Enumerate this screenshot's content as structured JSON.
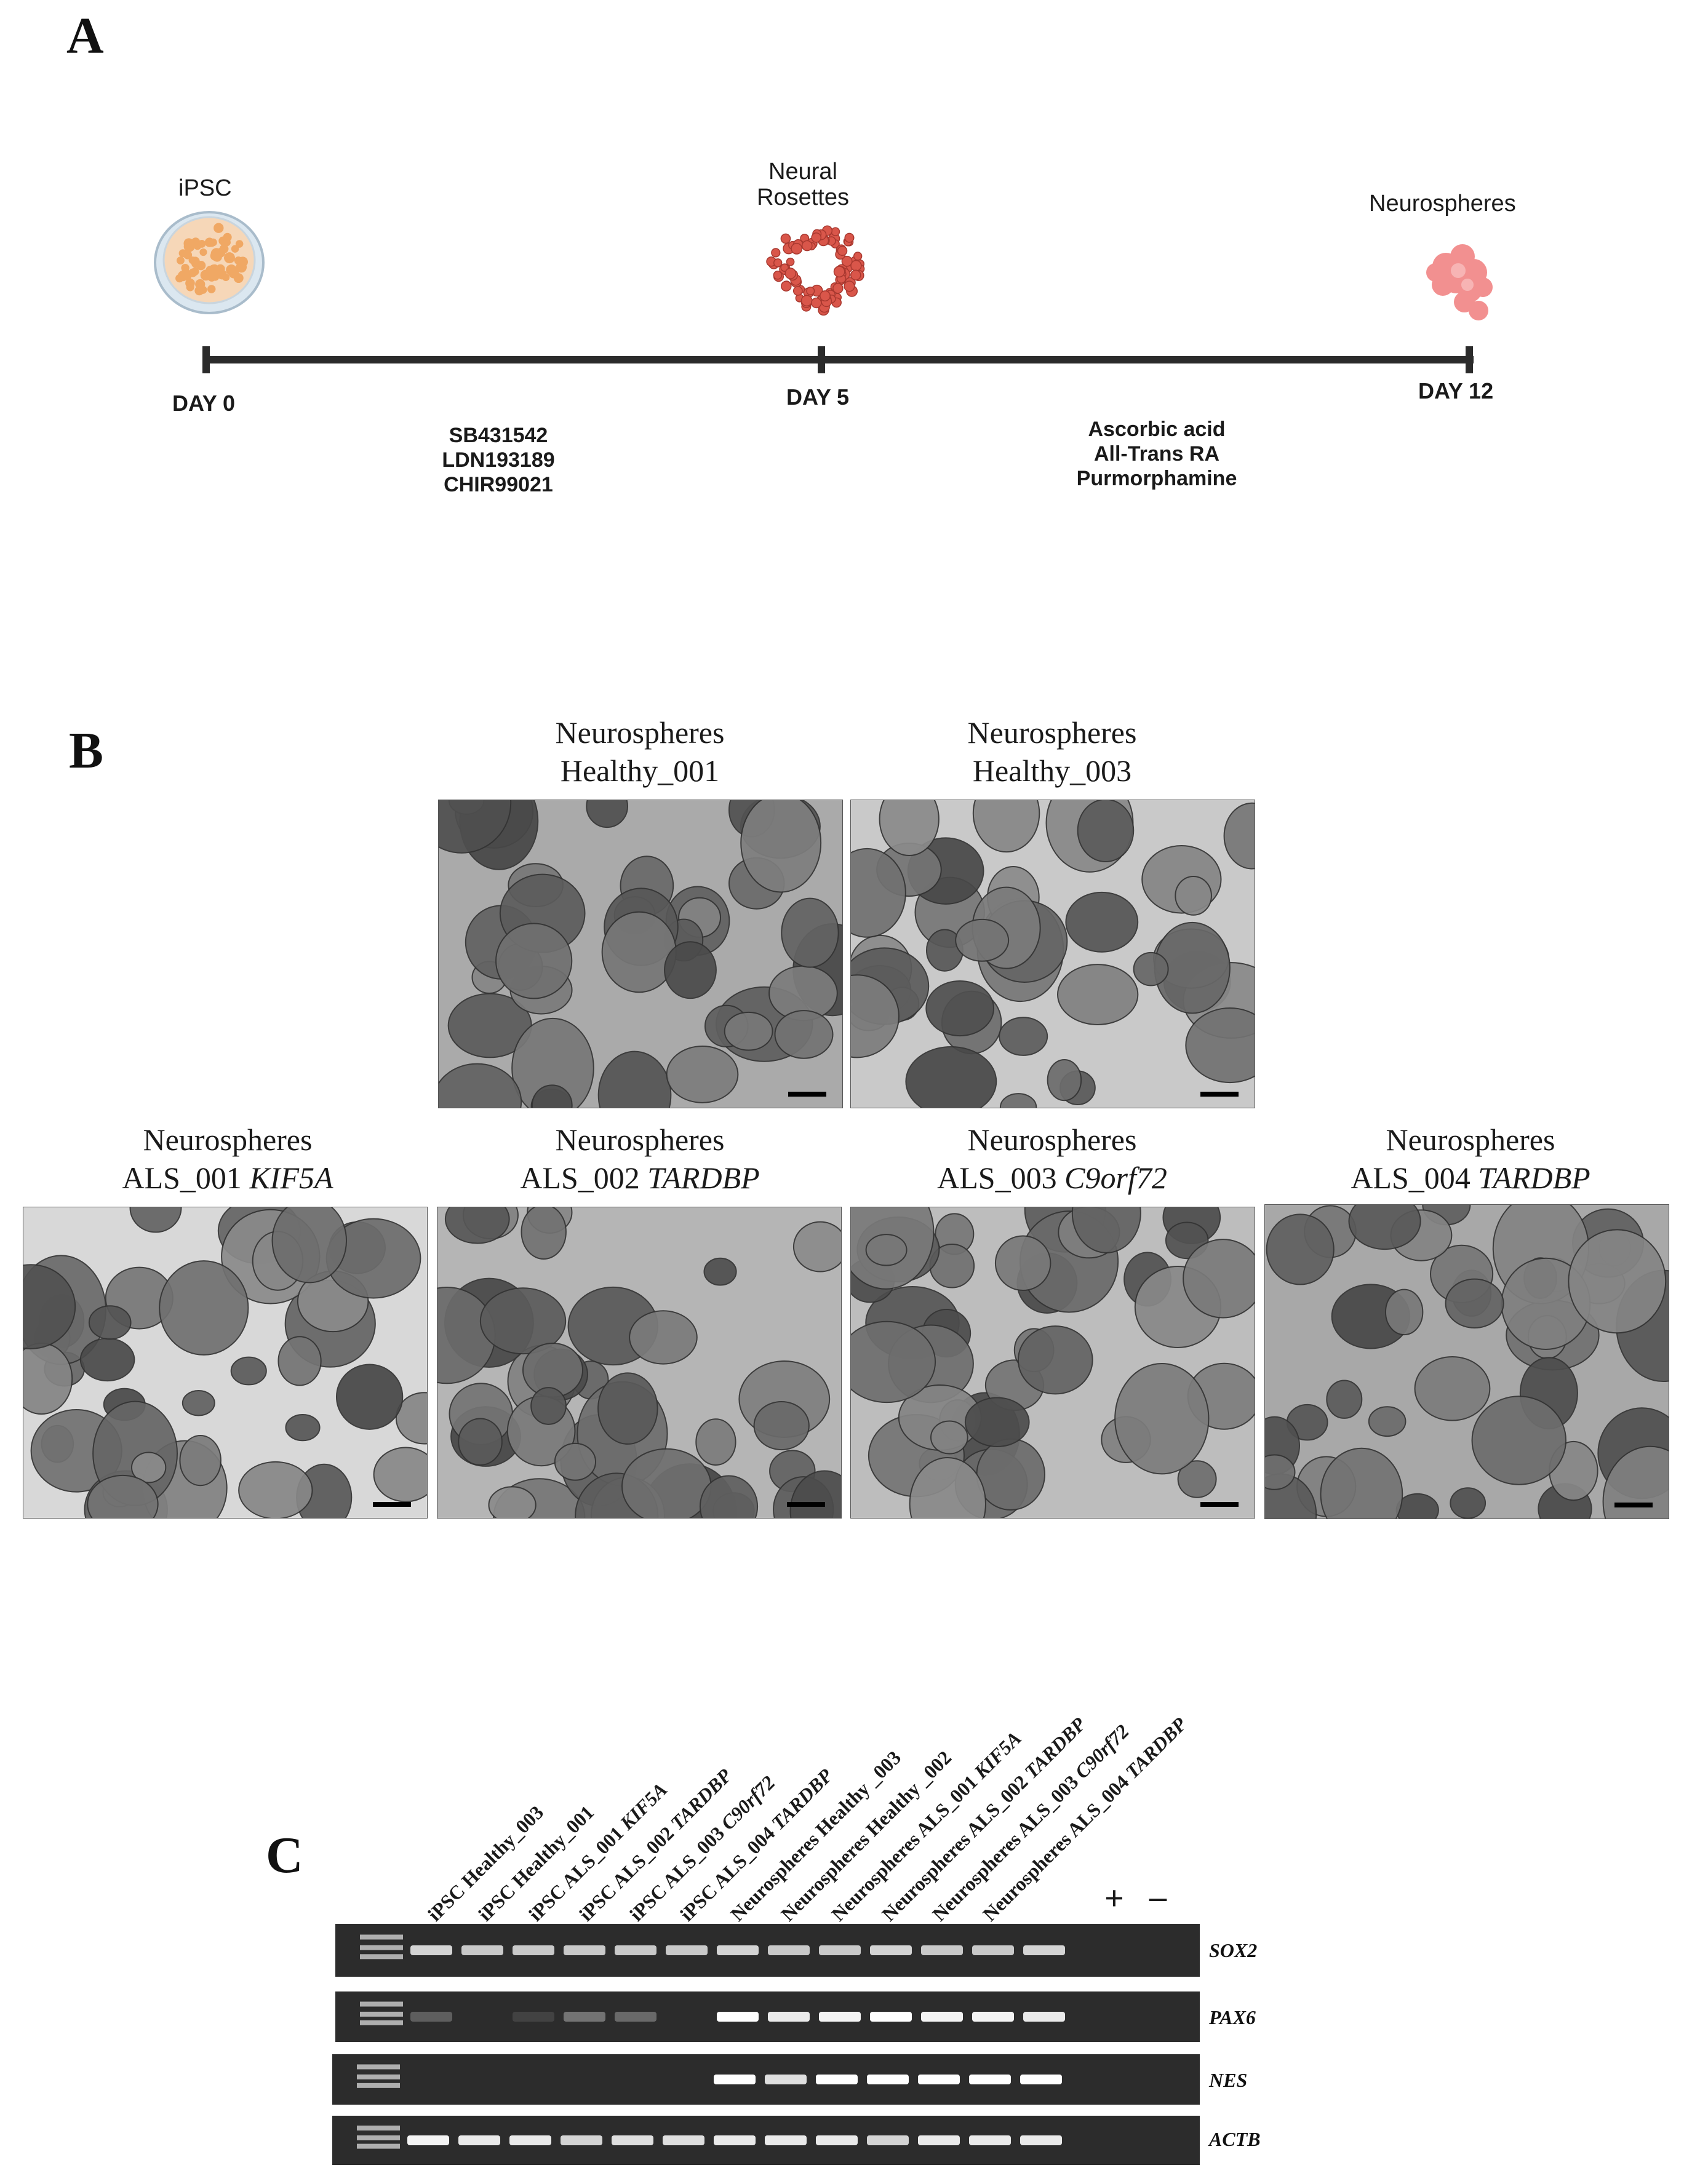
{
  "panels": {
    "a": "A",
    "b": "B",
    "c": "C"
  },
  "timeline": {
    "stages": [
      {
        "label": "iPSC",
        "day": "DAY 0"
      },
      {
        "label_line1": "Neural",
        "label_line2": "Rosettes",
        "day": "DAY 5"
      },
      {
        "label": "Neurospheres",
        "day": "DAY 12"
      }
    ],
    "compounds_1": [
      "SB431542",
      "LDN193189",
      "CHIR99021"
    ],
    "compounds_2": [
      "Ascorbic acid",
      "All-Trans RA",
      "Purmorphamine"
    ]
  },
  "micrographs": [
    {
      "line1": "Neurospheres",
      "line2": "Healthy_001",
      "gene": ""
    },
    {
      "line1": "Neurospheres",
      "line2": "Healthy_003",
      "gene": ""
    },
    {
      "line1": "Neurospheres",
      "line2": "ALS_001 ",
      "gene": "KIF5A"
    },
    {
      "line1": "Neurospheres",
      "line2": "ALS_002 ",
      "gene": "TARDBP"
    },
    {
      "line1": "Neurospheres",
      "line2": "ALS_003 ",
      "gene": "C9orf72"
    },
    {
      "line1": "Neurospheres",
      "line2": "ALS_004 ",
      "gene": "TARDBP"
    }
  ],
  "gel": {
    "lanes": [
      {
        "prefix": "iPSC ",
        "name": "Healthy_003",
        "gene": ""
      },
      {
        "prefix": "iPSC ",
        "name": "Healthy_001",
        "gene": ""
      },
      {
        "prefix": "iPSC ",
        "name": "ALS_001 ",
        "gene": "KIF5A"
      },
      {
        "prefix": "iPSC ",
        "name": "ALS_002 ",
        "gene": "TARDBP"
      },
      {
        "prefix": "iPSC ",
        "name": "ALS_003 ",
        "gene": "C90rf72"
      },
      {
        "prefix": "iPSC ",
        "name": "ALS_004 ",
        "gene": "TARDBP"
      },
      {
        "prefix": "Neurospheres ",
        "name": "Healthy _003",
        "gene": ""
      },
      {
        "prefix": "Neurospheres ",
        "name": "Healthy _002",
        "gene": ""
      },
      {
        "prefix": "Neurospheres ",
        "name": "ALS_001 ",
        "gene": "KIF5A"
      },
      {
        "prefix": "Neurospheres ",
        "name": "ALS_002 ",
        "gene": "TARDBP"
      },
      {
        "prefix": "Neurospheres ",
        "name": "ALS_003 ",
        "gene": "C90rf72"
      },
      {
        "prefix": "Neurospheres ",
        "name": "ALS_004 ",
        "gene": "TARDBP"
      }
    ],
    "controls": {
      "positive": "+",
      "negative": "–"
    },
    "rows": [
      {
        "gene": "SOX2",
        "intensity": [
          0.8,
          0.75,
          0.75,
          0.75,
          0.75,
          0.75,
          0.8,
          0.75,
          0.75,
          0.8,
          0.75,
          0.75,
          0.8,
          0.0
        ]
      },
      {
        "gene": "PAX6",
        "intensity": [
          0.25,
          0.0,
          0.12,
          0.35,
          0.3,
          0.0,
          1.0,
          0.9,
          0.95,
          1.0,
          0.95,
          0.95,
          0.9,
          0.0
        ]
      },
      {
        "gene": "NES",
        "intensity": [
          0.0,
          0.0,
          0.0,
          0.0,
          0.0,
          0.0,
          1.0,
          0.85,
          1.0,
          1.0,
          1.0,
          1.0,
          1.0,
          0.0
        ]
      },
      {
        "gene": "ACTB",
        "intensity": [
          0.95,
          0.9,
          0.9,
          0.8,
          0.85,
          0.85,
          0.9,
          0.9,
          0.9,
          0.8,
          0.9,
          0.9,
          0.9,
          0.0
        ]
      }
    ]
  }
}
